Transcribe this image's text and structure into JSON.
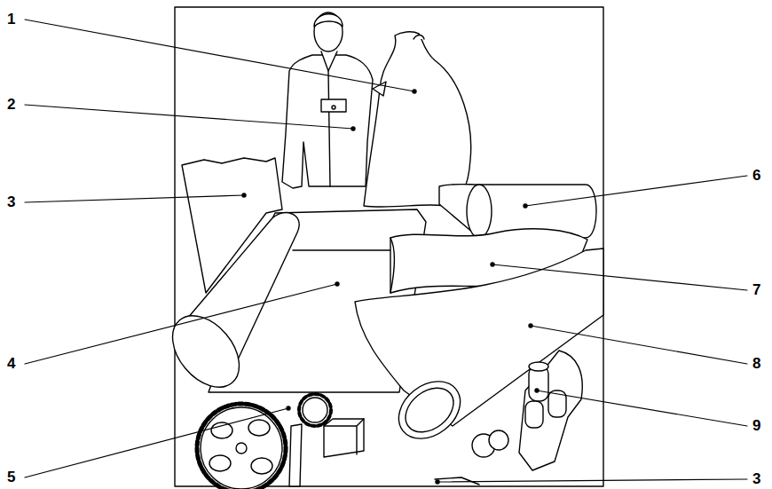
{
  "diagram": {
    "labels": [
      "1",
      "2",
      "3",
      "4",
      "5",
      "6",
      "7",
      "8",
      "9",
      "3"
    ]
  }
}
